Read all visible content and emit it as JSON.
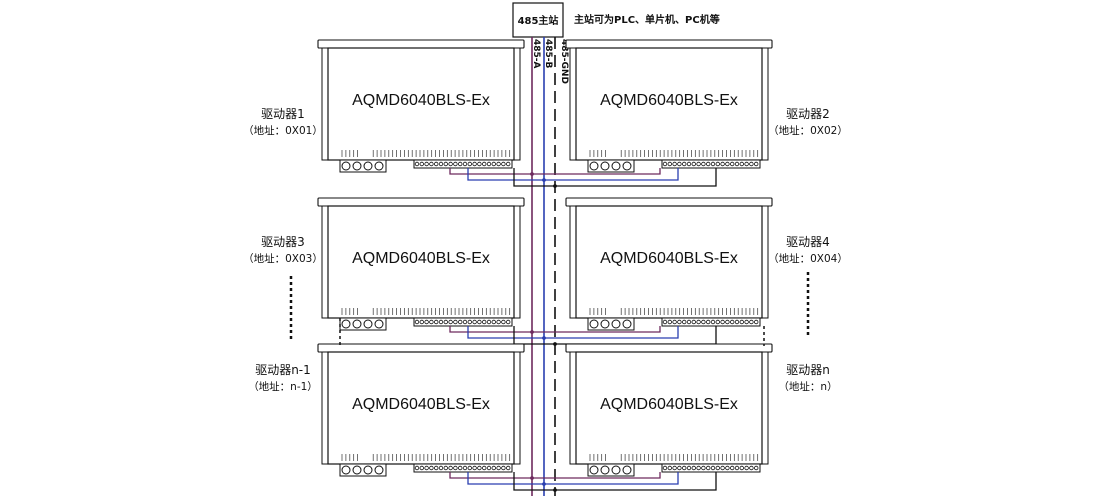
{
  "master": {
    "box_label": "485主站",
    "note": "主站可为PLC、单片机、PC机等",
    "bus_a": "485-A",
    "bus_b": "485-B",
    "bus_gnd": "485-GND"
  },
  "drivers": [
    {
      "model": "AQMD6040BLS-Ex",
      "name": "驱动器1",
      "address": "（地址：0X01）"
    },
    {
      "model": "AQMD6040BLS-Ex",
      "name": "驱动器2",
      "address": "（地址：0X02）"
    },
    {
      "model": "AQMD6040BLS-Ex",
      "name": "驱动器3",
      "address": "（地址：0X03）"
    },
    {
      "model": "AQMD6040BLS-Ex",
      "name": "驱动器4",
      "address": "（地址：0X04）"
    },
    {
      "model": "AQMD6040BLS-Ex",
      "name": "驱动器n-1",
      "address": "（地址：n-1）"
    },
    {
      "model": "AQMD6040BLS-Ex",
      "name": "驱动器n",
      "address": "（地址：n）"
    }
  ],
  "colors": {
    "line": "#111111",
    "wire_a": "#6e2a5e",
    "wire_b": "#2a3fb0",
    "wire_gnd": "#111111"
  }
}
